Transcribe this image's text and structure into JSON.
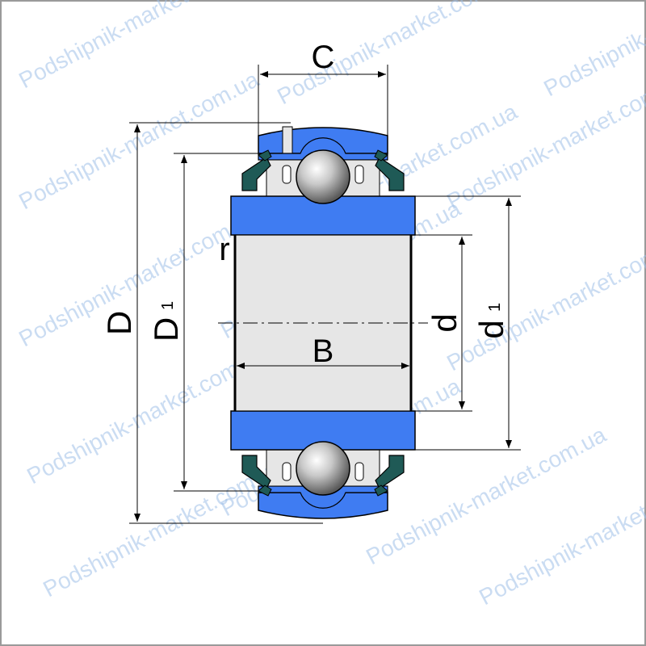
{
  "watermark": {
    "text": "Podshipnik-market.com.ua",
    "color": "#9fc0e8"
  },
  "labels": {
    "C": "C",
    "D": "D",
    "D1_main": "D",
    "D1_sub": "1",
    "r": "r",
    "B": "B",
    "d": "d",
    "d1_main": "d",
    "d1_sub": "1"
  },
  "colors": {
    "ring_blue": "#3f7cf2",
    "bore_gray": "#e6e6e6",
    "seal_green": "#1f5a56",
    "ball_silver": "#c8c8c8",
    "outline": "#000000",
    "border": "#9a9a9a"
  }
}
